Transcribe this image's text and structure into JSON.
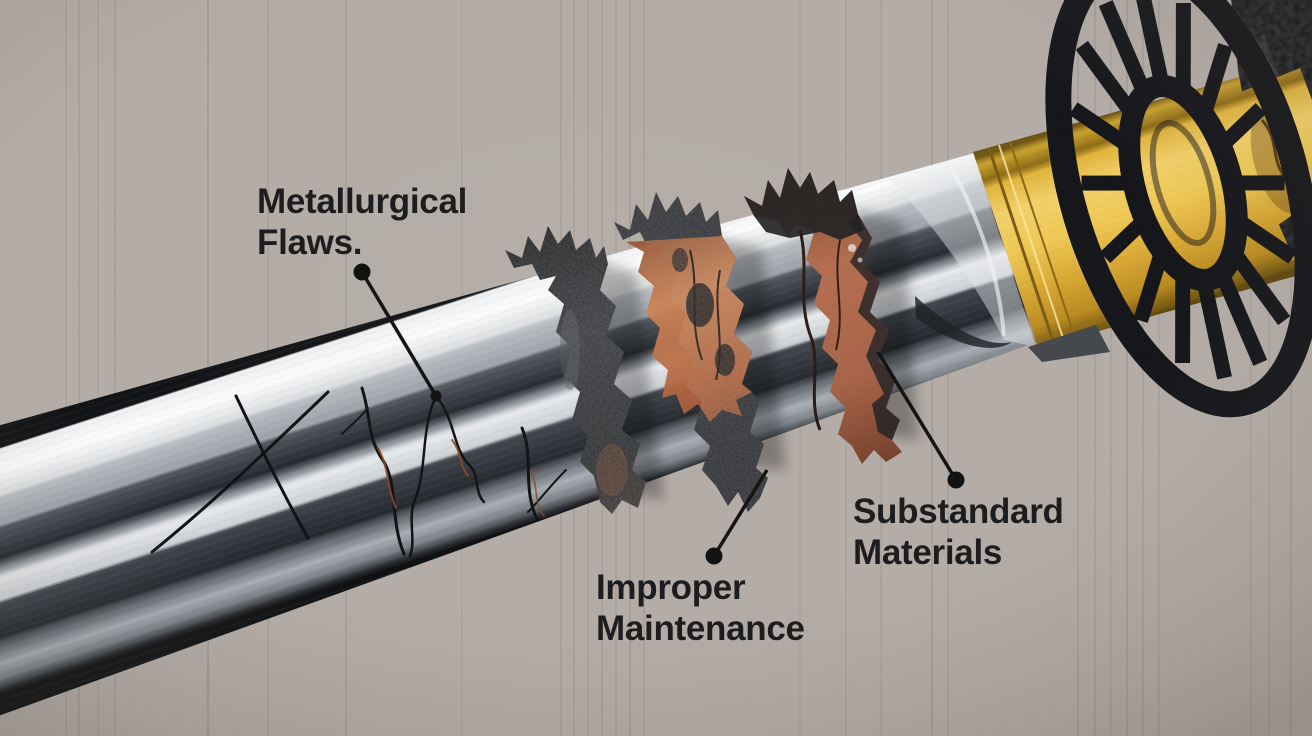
{
  "diagram": {
    "labels": {
      "metallurgical_flaws": {
        "line1": "Metallurgical",
        "line2": "Flaws."
      },
      "improper_maintenance": {
        "line1": "Improper",
        "line2": "Maintenance"
      },
      "substandard_materials": {
        "line1": "Substandard",
        "line2": "Materials"
      }
    },
    "colors": {
      "background": "#b4ada7",
      "label_text": "#1d1d1f",
      "leader_line": "#161616",
      "blade_bright": "#f4f5f7",
      "blade_dark": "#2c3036",
      "habaki_gold": "#e9bd42",
      "rust_orange": "#c4714c",
      "corrosion_dark": "#2b2d31",
      "tsuba_black": "#141519",
      "handle_black": "#0e0f11"
    }
  }
}
